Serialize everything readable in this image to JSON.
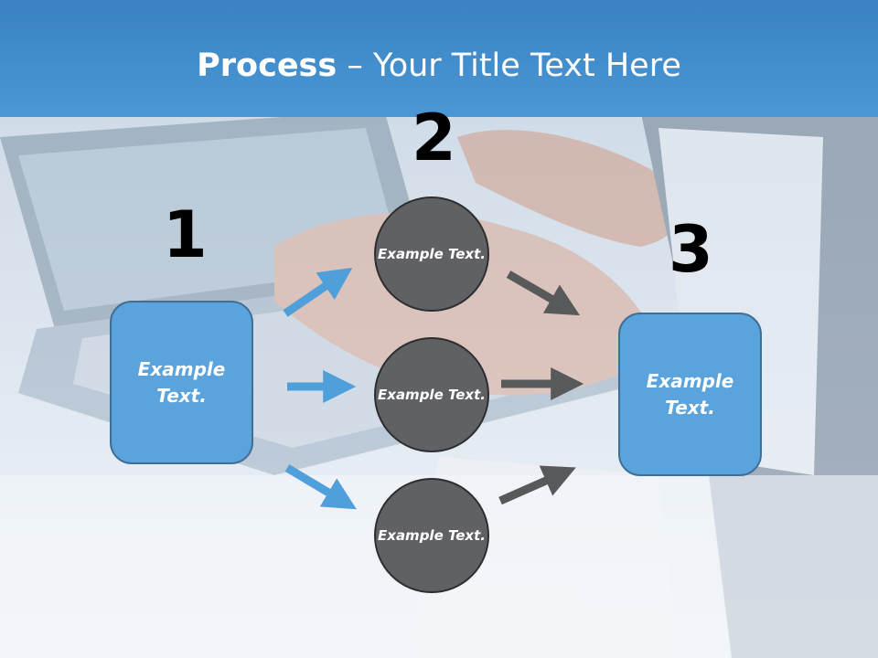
{
  "title": {
    "bold": "Process",
    "rest": " – Your Title Text Here"
  },
  "steps": {
    "one": {
      "number": "1",
      "label": "Example Text."
    },
    "two": {
      "number": "2"
    },
    "three": {
      "number": "3",
      "label": "Example Text."
    }
  },
  "circles": [
    {
      "label": "Example Text."
    },
    {
      "label": "Example Text."
    },
    {
      "label": "Example Text."
    }
  ],
  "colors": {
    "header": "#4a97d4",
    "box": "#5aa3dc",
    "circle": "#606164",
    "arrow_blue": "#4f9fdb",
    "arrow_gray": "#58595b"
  }
}
